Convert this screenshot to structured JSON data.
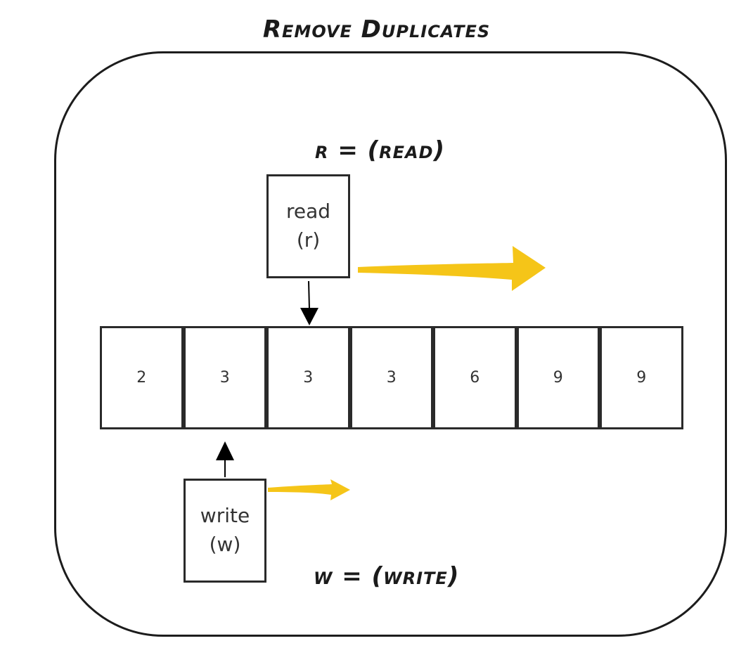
{
  "title": "Remove Duplicates",
  "read_legend": "r = (read)",
  "write_legend": "w = (write)",
  "read_pointer": {
    "line1": "read",
    "line2": "(r)",
    "points_to_index": 2
  },
  "write_pointer": {
    "line1": "write",
    "line2": "(w)",
    "points_to_index": 1
  },
  "array": [
    "2",
    "3",
    "3",
    "3",
    "6",
    "9",
    "9"
  ],
  "colors": {
    "accent_arrow": "#F5C518",
    "stroke": "#1c1c1c"
  }
}
